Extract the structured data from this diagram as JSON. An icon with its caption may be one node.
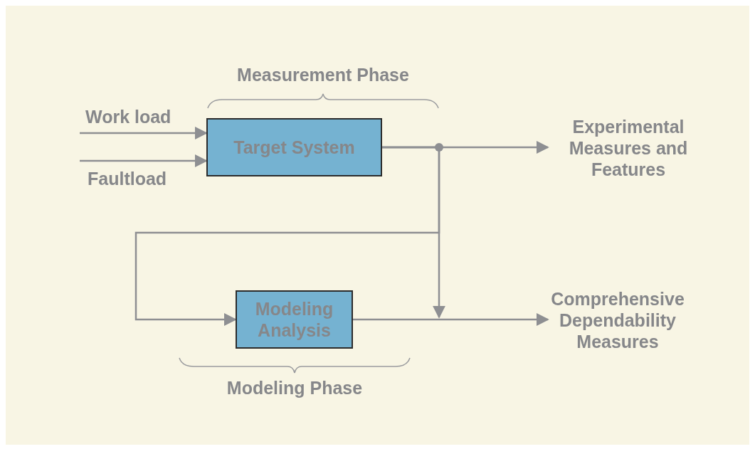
{
  "diagram": {
    "nodes": [
      {
        "text": [
          "Target System"
        ]
      },
      {
        "text": [
          "Modeling Analysis"
        ]
      },
      {
        "text": [
          "Experimental Measures and Features"
        ]
      },
      {
        "text": [
          "Comprehensive Dependability Measures"
        ]
      }
    ],
    "edges": [
      {
        "from": null,
        "to": 0,
        "arrow": "to",
        "label": "Work load"
      },
      {
        "from": null,
        "to": 0,
        "arrow": "to",
        "label": "Faultload"
      },
      {
        "from": 0,
        "to": 2,
        "arrow": "to"
      },
      {
        "from": 0,
        "to": 3,
        "arrow": "to"
      },
      {
        "from": 0,
        "to": 1,
        "arrow": "to"
      },
      {
        "from": 1,
        "to": 3,
        "arrow": "to"
      }
    ],
    "labels": [
      "Measurement Phase",
      "Modeling Phase"
    ]
  }
}
